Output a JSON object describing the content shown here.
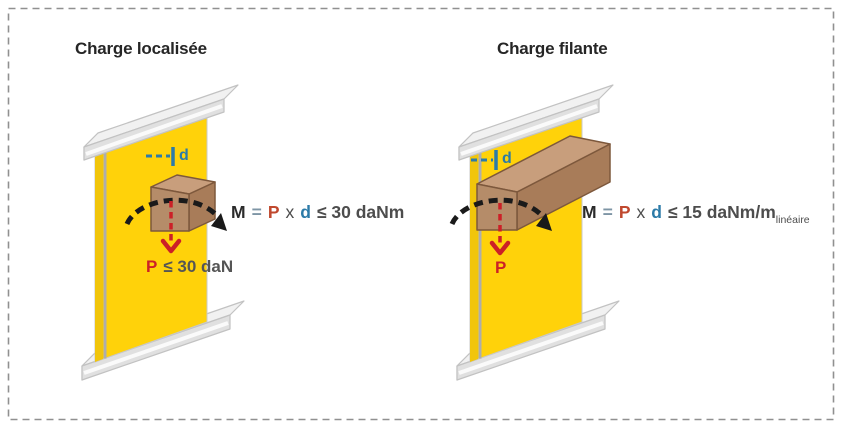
{
  "figure": {
    "left": {
      "title": "Charge localisée",
      "dimension_label": "d",
      "force_label": "P",
      "force_limit": "≤ 30 daN",
      "formula": {
        "M": "M",
        "eq": "=",
        "P": "P",
        "times": "x",
        "d": "d",
        "limit": "≤ 30 daNm"
      }
    },
    "right": {
      "title": "Charge filante",
      "dimension_label": "d",
      "force_label": "P",
      "formula": {
        "M": "M",
        "eq": "=",
        "P": "P",
        "times": "x",
        "d": "d",
        "limit": "≤ 15 daNm/m",
        "limit_subscript": "linéaire"
      }
    },
    "colors": {
      "panel_yellow": "#FFD20A",
      "panel_edge_yellow": "#F1C50B",
      "panel_stripe_gray": "#ADADAD",
      "rail_top": "#F1F1F1",
      "rail_front": "#E0E0E0",
      "rail_end": "#E9E9E9",
      "rail_stroke": "#C2C2C2",
      "load_top": "#C89E7C",
      "load_front": "#B58C69",
      "load_side": "#A87C59",
      "load_stroke": "#7D583C",
      "moment_black": "#1A1A1A",
      "force_red": "#CC2027",
      "formula_p_red": "#C0482E",
      "dimension_blue": "#2C7BA8",
      "equals_gray": "#7E95A5",
      "text_dark": "#4D4D4D",
      "title_dark": "#262626",
      "border_gray": "#909090"
    }
  }
}
